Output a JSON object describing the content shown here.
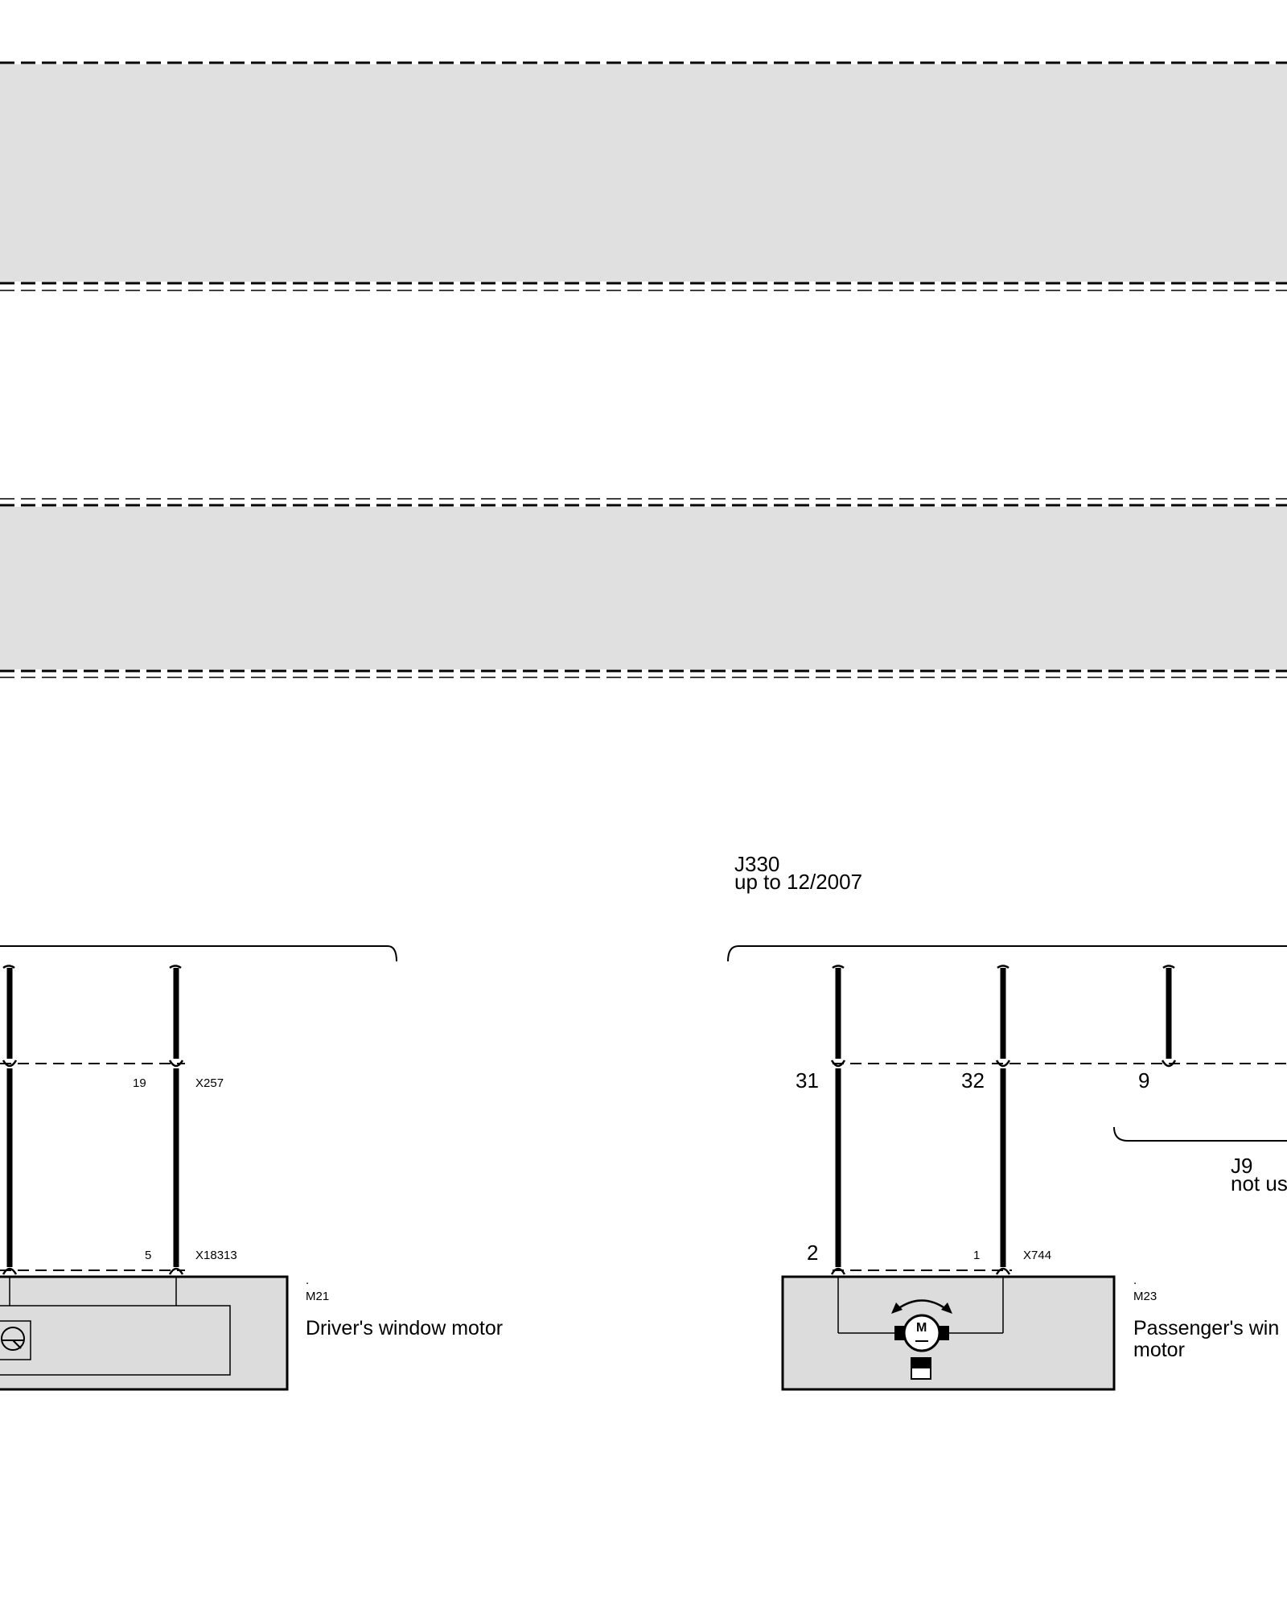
{
  "connector_j330": {
    "id": "J330",
    "note": "up to 12/2007"
  },
  "connector_j9": {
    "id": "J9",
    "note": "not us"
  },
  "left_component": {
    "dot": ".",
    "code": "M21",
    "name": "Driver's window motor",
    "upper_pin": "19",
    "upper_connector": "X257",
    "lower_pin": "5",
    "lower_connector": "X18313"
  },
  "right_component": {
    "dot": ".",
    "code": "M23",
    "name_line1": "Passenger's win",
    "name_line2": "motor",
    "motor_symbol_label": "M",
    "lower_pin_1": "2",
    "lower_pin_2": "1",
    "lower_connector": "X744"
  },
  "j330_pins": [
    "31",
    "32",
    "9"
  ],
  "colors": {
    "line": "#000000",
    "shaded_region": "#e0e0e0",
    "component_fill": "#dcdcdc"
  }
}
